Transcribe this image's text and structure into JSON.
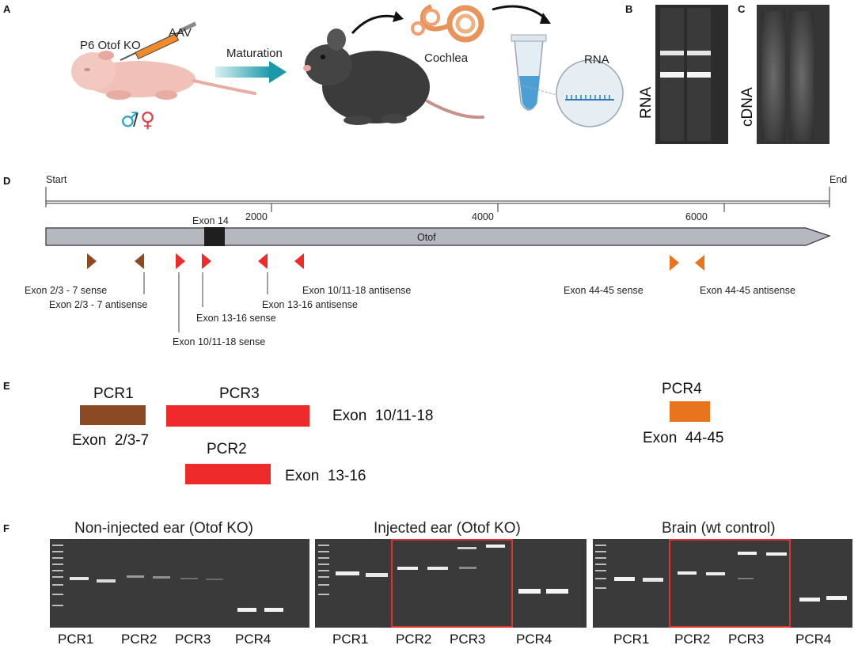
{
  "panel_letters": [
    "A",
    "B",
    "C",
    "D",
    "E",
    "F"
  ],
  "panelA": {
    "injection_label": "P6 Otof KO",
    "vector_label": "AAV",
    "arrow_label": "Maturation",
    "organ_label": "Cochlea",
    "product_label": "RNA",
    "sex_male": "♂",
    "sex_sep": "/",
    "sex_female": "♀"
  },
  "panelB": {
    "gel_label": "RNA"
  },
  "panelC": {
    "gel_label": "cDNA"
  },
  "panelD": {
    "start_label": "Start",
    "end_label": "End",
    "ticks": [
      "2000",
      "4000",
      "6000"
    ],
    "gene_label": "Otof",
    "exon_label": "Exon 14",
    "primers": [
      "Exon 2/3 - 7 sense",
      "Exon 2/3 - 7 antisense",
      "Exon 10/11-18 sense",
      "Exon 13-16 sense",
      "Exon 13-16 antisense",
      "Exon 10/11-18 antisense",
      "Exon 44-45 sense",
      "Exon 44-45 antisense"
    ]
  },
  "panelE": {
    "pcr1": {
      "name": "PCR1",
      "exons": "Exon  2/3-7"
    },
    "pcr2": {
      "name": "PCR2",
      "exons": "Exon  13-16"
    },
    "pcr3": {
      "name": "PCR3",
      "exons": "Exon  10/11-18"
    },
    "pcr4": {
      "name": "PCR4",
      "exons": "Exon  44-45"
    }
  },
  "panelF": {
    "gels": [
      {
        "title": "Non-injected ear (Otof KO)",
        "lanes": [
          "PCR1",
          "PCR2",
          "PCR3",
          "PCR4"
        ]
      },
      {
        "title": "Injected ear (Otof KO)",
        "lanes": [
          "PCR1",
          "PCR2",
          "PCR3",
          "PCR4"
        ]
      },
      {
        "title": "Brain (wt control)",
        "lanes": [
          "PCR1",
          "PCR2",
          "PCR3",
          "PCR4"
        ]
      }
    ]
  },
  "colors": {
    "brown": "#8B4A24",
    "red": "#EE2A2A",
    "orange": "#E8751E",
    "arrow_gray": "#B5B8BF",
    "gel_bg": "#3A3A3A",
    "highlight_box": "#E03030",
    "male_blue": "#2EA3C8",
    "female_red": "#E2434B"
  }
}
